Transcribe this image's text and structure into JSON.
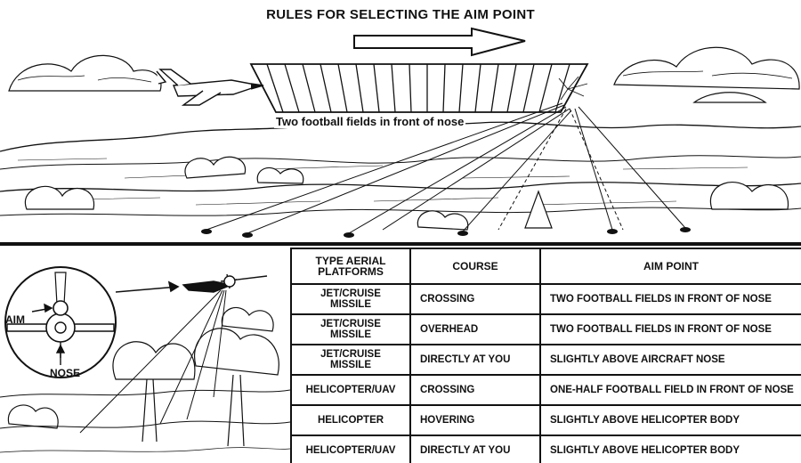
{
  "title": "RULES FOR SELECTING THE AIM POINT",
  "top_scene": {
    "lead_label": "Two football fields in front of nose"
  },
  "inset": {
    "aim_label": "AIM",
    "nose_label": "NOSE"
  },
  "table": {
    "headers": [
      "TYPE AERIAL\nPLATFORMS",
      "COURSE",
      "AIM POINT"
    ],
    "rows": [
      [
        "JET/CRUISE\nMISSILE",
        "CROSSING",
        "TWO FOOTBALL FIELDS IN FRONT OF NOSE"
      ],
      [
        "JET/CRUISE\nMISSILE",
        "OVERHEAD",
        "TWO FOOTBALL FIELDS IN FRONT OF NOSE"
      ],
      [
        "JET/CRUISE\nMISSILE",
        "DIRECTLY AT YOU",
        "SLIGHTLY ABOVE AIRCRAFT NOSE"
      ],
      [
        "HELICOPTER/UAV",
        "CROSSING",
        "ONE-HALF FOOTBALL FIELD IN FRONT OF NOSE"
      ],
      [
        "HELICOPTER",
        "HOVERING",
        "SLIGHTLY ABOVE HELICOPTER BODY"
      ],
      [
        "HELICOPTER/UAV",
        "DIRECTLY AT YOU",
        "SLIGHTLY ABOVE HELICOPTER BODY"
      ]
    ]
  }
}
